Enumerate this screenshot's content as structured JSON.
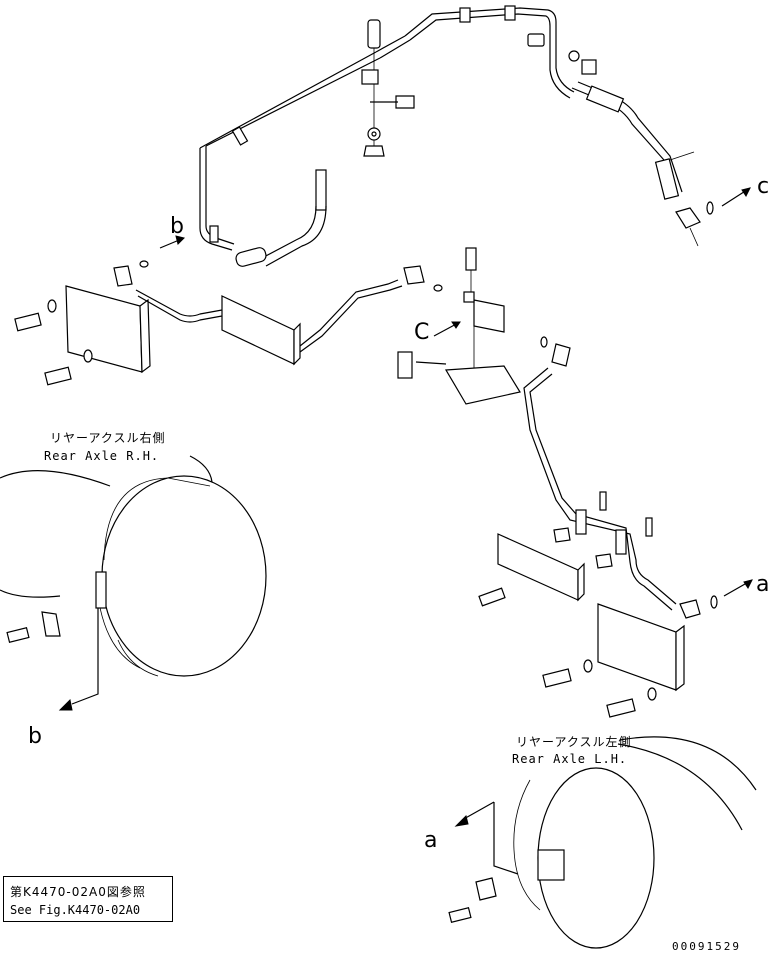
{
  "labels": {
    "a_top": "a",
    "a_left": "a",
    "b_top": "b",
    "b_left": "b",
    "c_right": "c",
    "c_mid": "C"
  },
  "rear_axle_rh": {
    "jp": "リヤーアクスル右側",
    "en": "Rear Axle R.H."
  },
  "rear_axle_lh": {
    "jp": "リヤーアクスル左側",
    "en": "Rear Axle L.H."
  },
  "reference": {
    "jp": "第K4470-02A0図参照",
    "en": "See Fig.K4470-02A0"
  },
  "document_number": "00091529"
}
